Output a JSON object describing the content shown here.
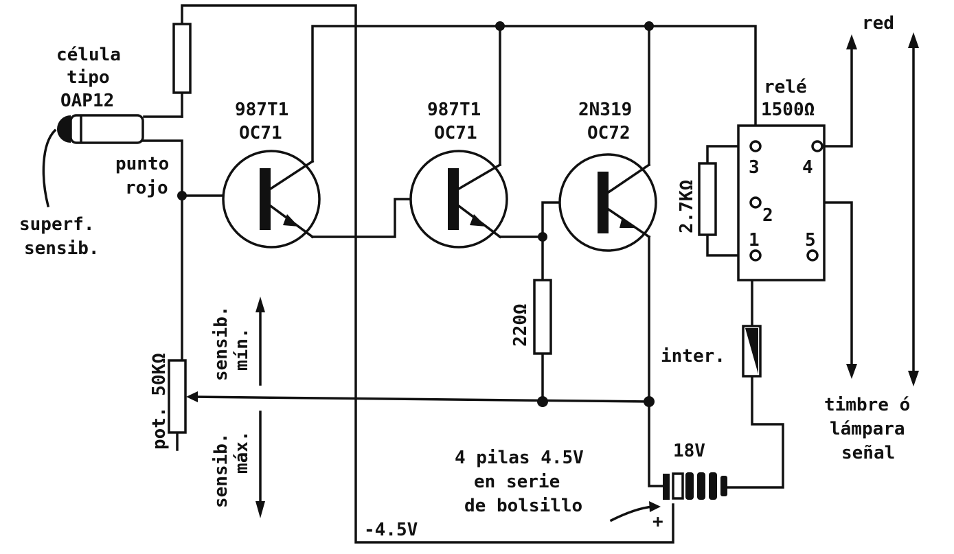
{
  "labels": {
    "cell_line1": "célula",
    "cell_line2": "tipo",
    "cell_line3": "OAP12",
    "red_point_line1": "punto",
    "red_point_line2": "rojo",
    "sensitive_surface_line1": "superf.",
    "sensitive_surface_line2": "sensib.",
    "t1_line1": "987T1",
    "t1_line2": "OC71",
    "t2_line1": "987T1",
    "t2_line2": "OC71",
    "t3_line1": "2N319",
    "t3_line2": "OC72",
    "relay_line1": "relé",
    "relay_line2": "1500Ω",
    "pin1": "1",
    "pin2": "2",
    "pin3": "3",
    "pin4": "4",
    "pin5": "5",
    "r_relay": "2.7KΩ",
    "r_220": "220Ω",
    "switch": "inter.",
    "mains": "red",
    "bell_line1": "timbre ó",
    "bell_line2": "lámpara",
    "bell_line3": "señal",
    "pot": "pot. 50KΩ",
    "sens_min_line1": "sensib.",
    "sens_min_line2": "mín.",
    "sens_max_line1": "sensib.",
    "sens_max_line2": "máx.",
    "batt_voltage": "18V",
    "batt_line1": "4 pilas 4.5V",
    "batt_line2": "en serie",
    "batt_line3": "de bolsillo",
    "neg_supply": "-4.5V",
    "plus": "+"
  }
}
